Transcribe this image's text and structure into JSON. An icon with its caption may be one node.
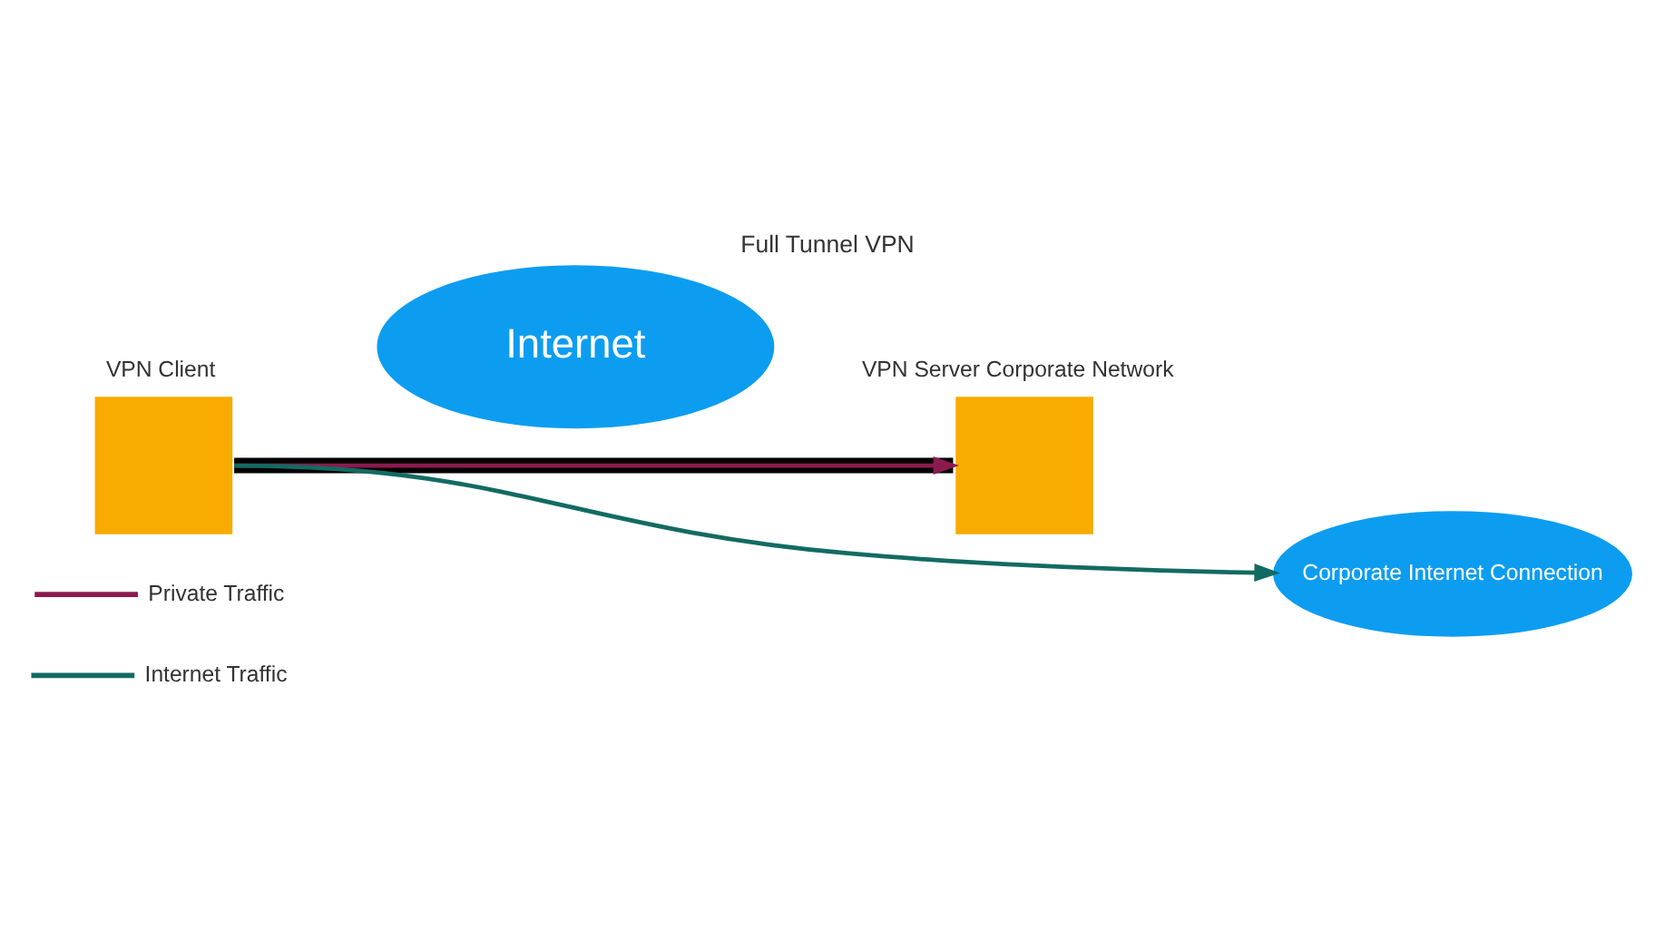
{
  "diagram": {
    "title": "Full Tunnel VPN",
    "nodes": [
      {
        "text": [
          "VPN Client"
        ]
      },
      {
        "text": [
          "Internet"
        ]
      },
      {
        "text": [
          "VPN Server Corporate Network"
        ]
      },
      {
        "text": [
          "Corporate Internet Connection"
        ]
      }
    ],
    "edges": [
      {
        "from": 0,
        "to": 2,
        "arrow": "none",
        "style": "thick",
        "color": "#000000"
      },
      {
        "from": 0,
        "to": 2,
        "arrow": "to",
        "color": "#8b1a4f"
      },
      {
        "from": 0,
        "to": 3,
        "arrow": "to",
        "color": "#126b62"
      }
    ],
    "legend": [
      {
        "text": "Private Traffic"
      },
      {
        "text": "Internet Traffic"
      }
    ]
  }
}
